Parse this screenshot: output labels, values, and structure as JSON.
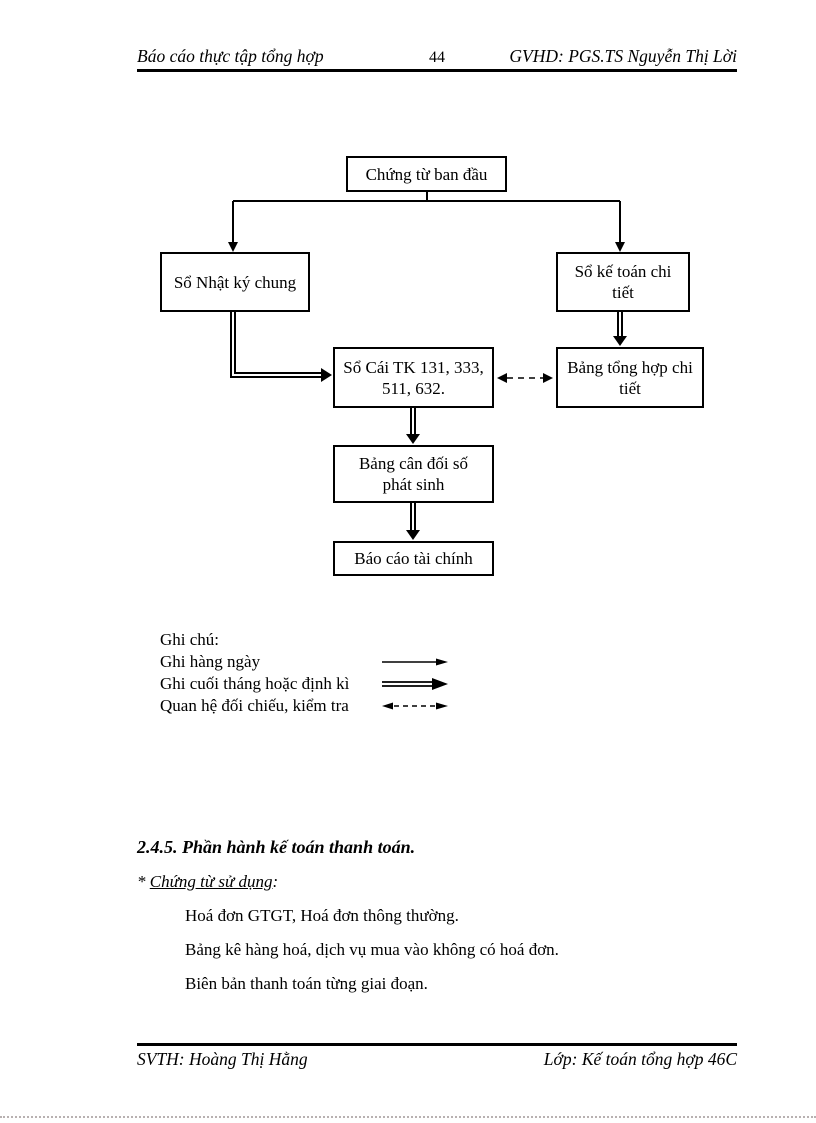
{
  "header": {
    "left": "Báo cáo thực tập tổng hợp",
    "page_number": "44",
    "right": "GVHD: PGS.TS Nguyễn Thị Lời"
  },
  "flowchart": {
    "boxes": {
      "source_documents": "Chứng từ ban đầu",
      "general_journal": "Sổ Nhật ký chung",
      "detail_ledger": "Sổ kế toán chi tiết",
      "general_ledger": "Sổ Cái TK 131, 333, 511, 632.",
      "detail_summary": "Bảng tổng hợp chi tiết",
      "trial_balance": "Bảng cân đối số phát sinh",
      "financial_statements": "Báo cáo tài chính"
    }
  },
  "legend": {
    "title": "Ghi chú:",
    "items": [
      {
        "label": "Ghi hàng ngày",
        "icon": "single-solid-arrow"
      },
      {
        "label": "Ghi cuối tháng hoặc định kì",
        "icon": "double-line-arrow"
      },
      {
        "label": "Quan hệ đối chiếu, kiểm tra",
        "icon": "dashed-two-headed-arrow"
      }
    ]
  },
  "section": {
    "heading": "2.4.5. Phần hành kế toán thanh toán.",
    "marker": "*",
    "subheading": "Chứng từ sử dụng",
    "subheading_colon": ":",
    "paragraphs": [
      "Hoá đơn GTGT, Hoá đơn thông thường.",
      "Bảng kê hàng hoá, dịch vụ mua vào không có hoá đơn.",
      "Biên bản thanh toán từng giai đoạn."
    ]
  },
  "footer": {
    "left": "SVTH: Hoàng Thị Hằng",
    "right": "Lớp: Kế toán tổng hợp 46C"
  }
}
